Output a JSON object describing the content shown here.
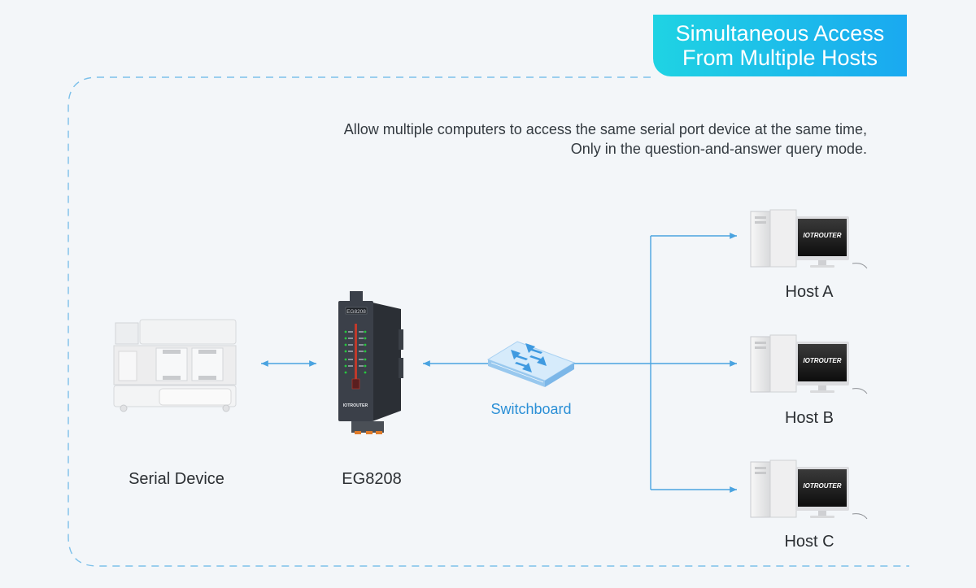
{
  "title": {
    "line1": "Simultaneous Access",
    "line2": "From Multiple Hosts",
    "gradient_start": "#1fd3e3",
    "gradient_end": "#1aa9f0"
  },
  "description": {
    "line1": "Allow multiple computers to access the same serial port device at the same time,",
    "line2": "Only in the question-and-answer query mode."
  },
  "devices": {
    "serial_device": "Serial Device",
    "gateway": "EG8208",
    "gateway_panel": "EG8208",
    "gateway_logo": "IOTROUTER",
    "switch": "Switchboard",
    "hosts": [
      {
        "label": "Host A",
        "screen_logo": "IOTROUTER"
      },
      {
        "label": "Host B",
        "screen_logo": "IOTROUTER"
      },
      {
        "label": "Host C",
        "screen_logo": "IOTROUTER"
      }
    ]
  },
  "colors": {
    "connector": "#4aa3e0",
    "dashed_frame": "#7cc0ea",
    "switch_label": "#2a8fd6"
  }
}
